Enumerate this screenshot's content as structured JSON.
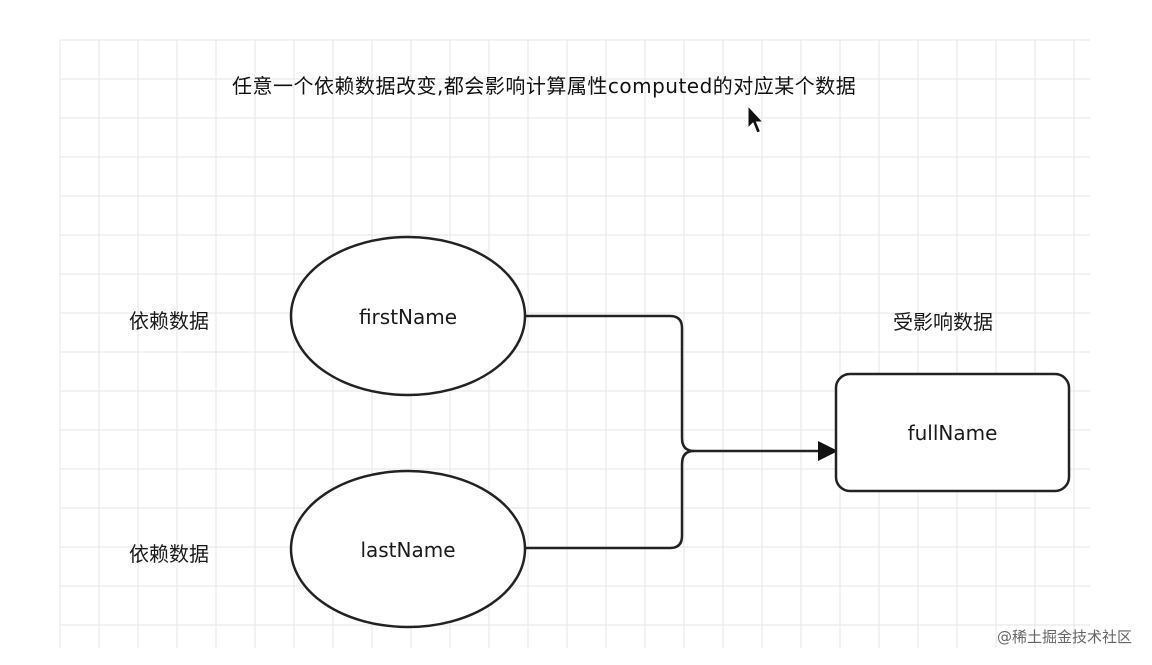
{
  "title": "任意一个依赖数据改变,都会影响计算属性computed的对应某个数据",
  "left_labels": [
    "依赖数据",
    "依赖数据"
  ],
  "right_label": "受影响数据",
  "nodes": {
    "first": "firstName",
    "last": "lastName",
    "full": "fullName"
  },
  "watermark": "@稀土掘金技术社区",
  "colors": {
    "stroke": "#222222",
    "grid": "#e6e6e6",
    "background": "#ffffff"
  },
  "icons": {
    "cursor": "mouse-pointer-icon",
    "arrow": "arrowhead-icon"
  }
}
